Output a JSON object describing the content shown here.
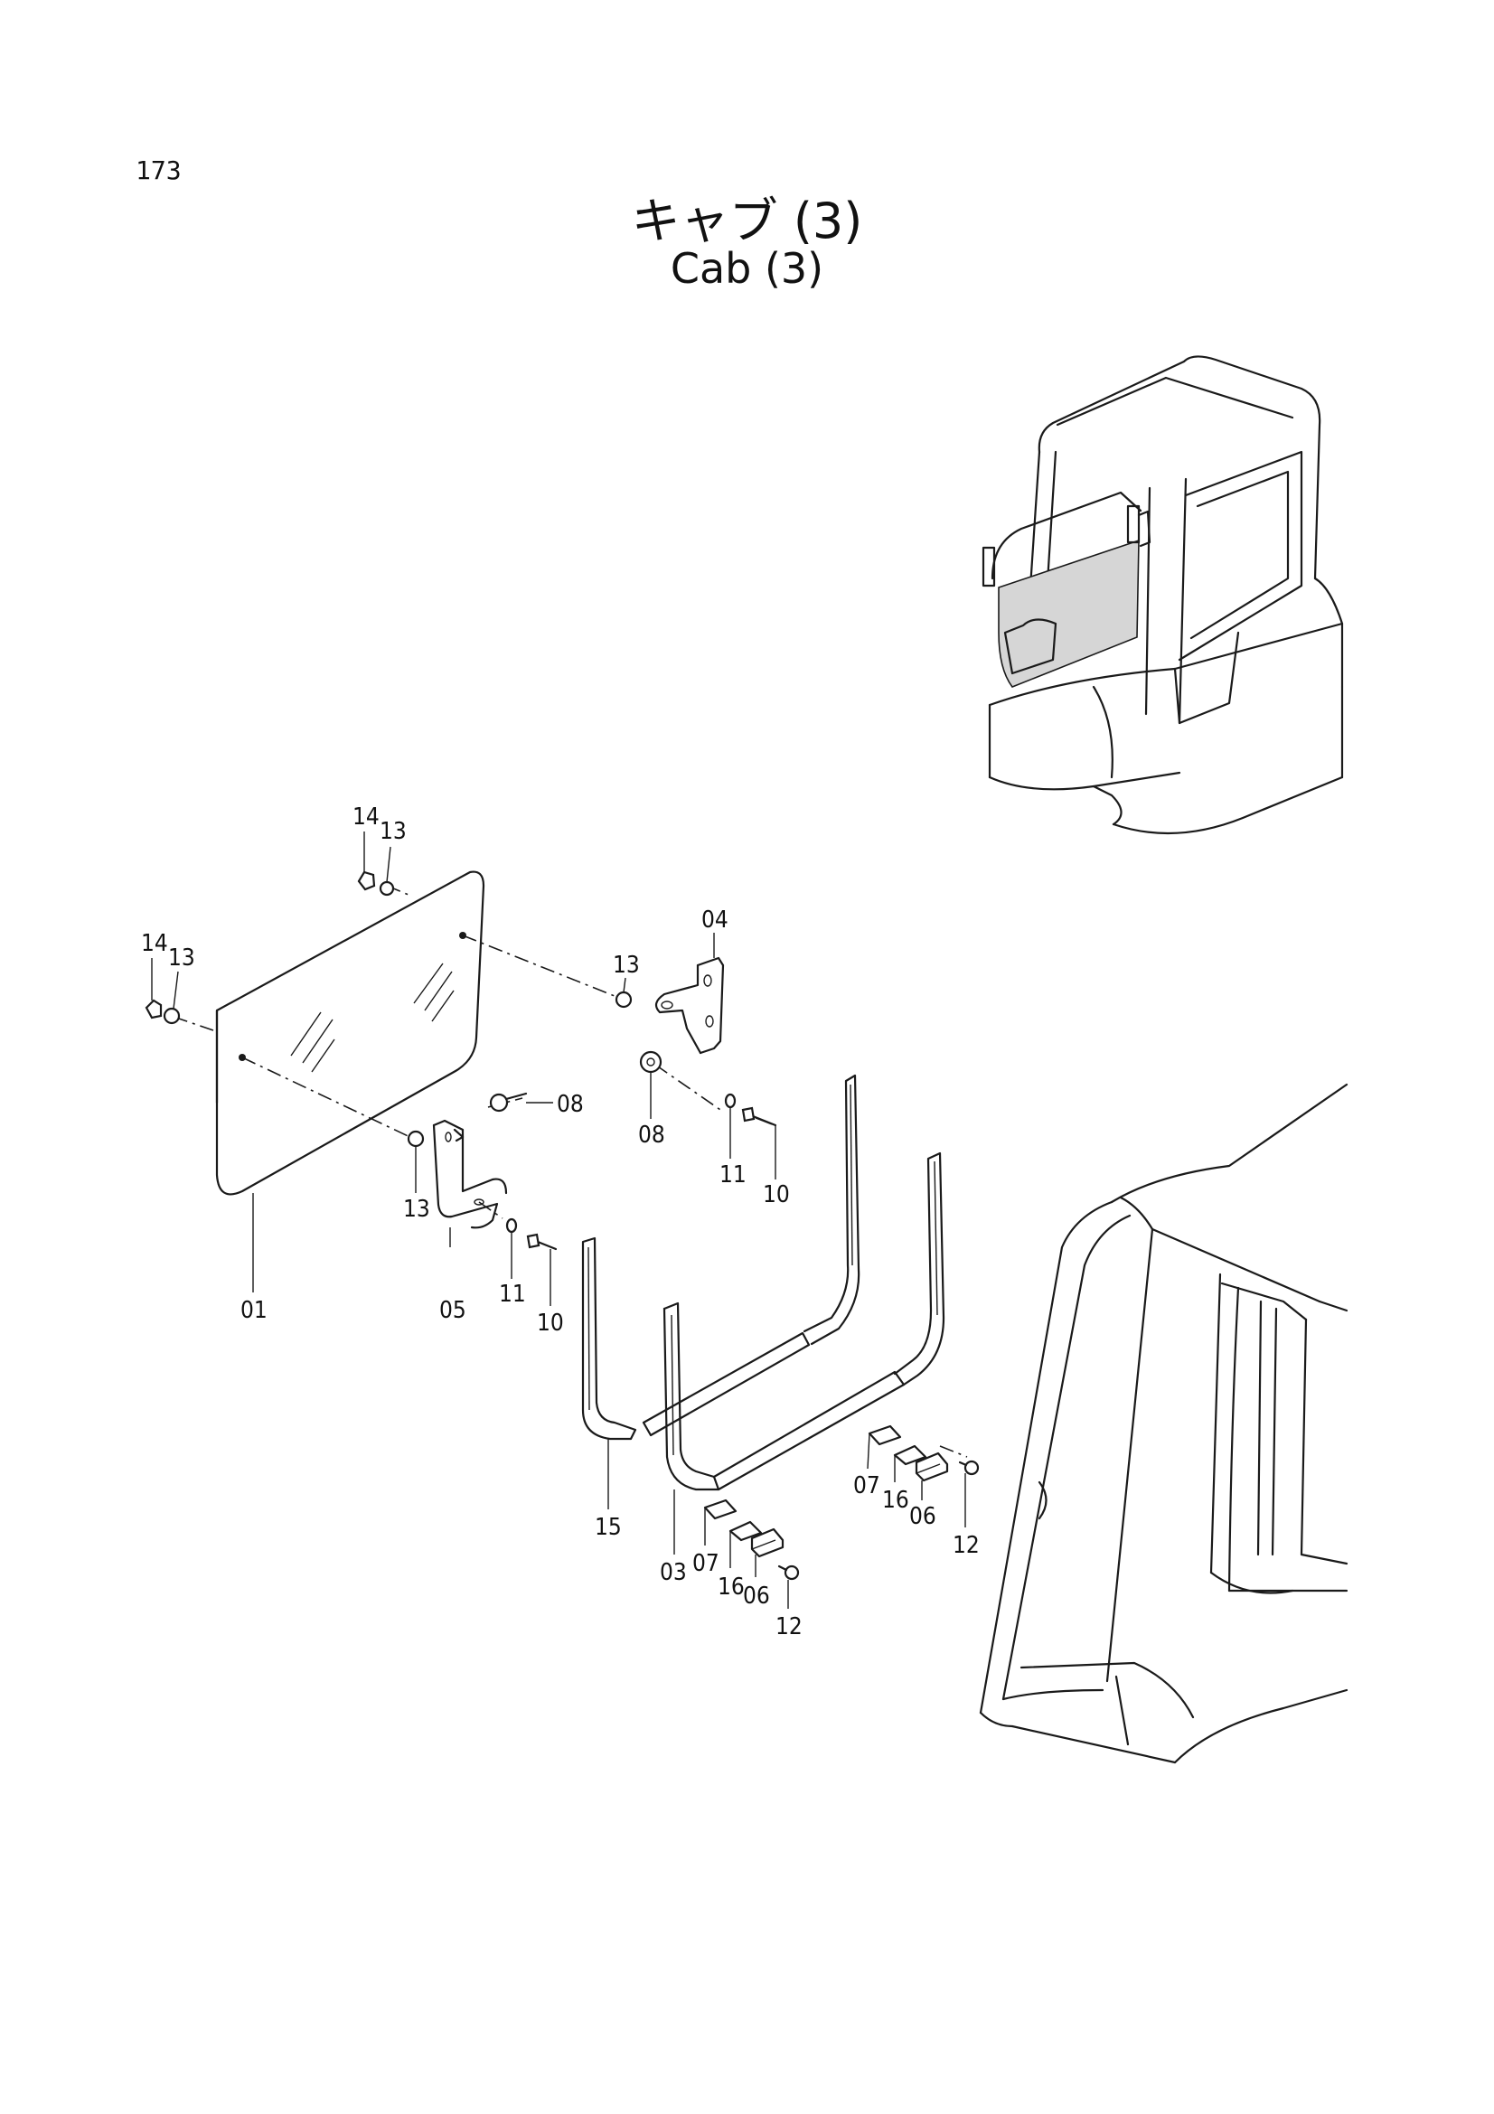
{
  "page": {
    "number": "173"
  },
  "title": {
    "japanese": "キャブ (3)",
    "english": "Cab (3)"
  },
  "parts": [
    {
      "id": "01",
      "description": "glass-panel"
    },
    {
      "id": "03",
      "description": "outer-seal-u"
    },
    {
      "id": "04",
      "description": "upper-bracket"
    },
    {
      "id": "05",
      "description": "lower-bracket"
    },
    {
      "id": "06",
      "description": "clip"
    },
    {
      "id": "07",
      "description": "plate"
    },
    {
      "id": "08",
      "description": "bolt"
    },
    {
      "id": "10",
      "description": "screw"
    },
    {
      "id": "11",
      "description": "washer"
    },
    {
      "id": "12",
      "description": "bolt"
    },
    {
      "id": "13",
      "description": "nut"
    },
    {
      "id": "14",
      "description": "cap-nut"
    },
    {
      "id": "15",
      "description": "inner-seal-u"
    },
    {
      "id": "16",
      "description": "spacer"
    }
  ],
  "callouts": {
    "c14a": "14",
    "c13a": "13",
    "c14b": "14",
    "c13b": "13",
    "c04": "04",
    "c13c": "13",
    "c08a": "08",
    "c08b": "08",
    "c11a": "11",
    "c10a": "10",
    "c13d": "13",
    "c01": "01",
    "c05": "05",
    "c11b": "11",
    "c10b": "10",
    "c15": "15",
    "c03": "03",
    "c07a": "07",
    "c16a": "16",
    "c06a": "06",
    "c12a": "12",
    "c07b": "07",
    "c16b": "16",
    "c06b": "06",
    "c12b": "12"
  }
}
